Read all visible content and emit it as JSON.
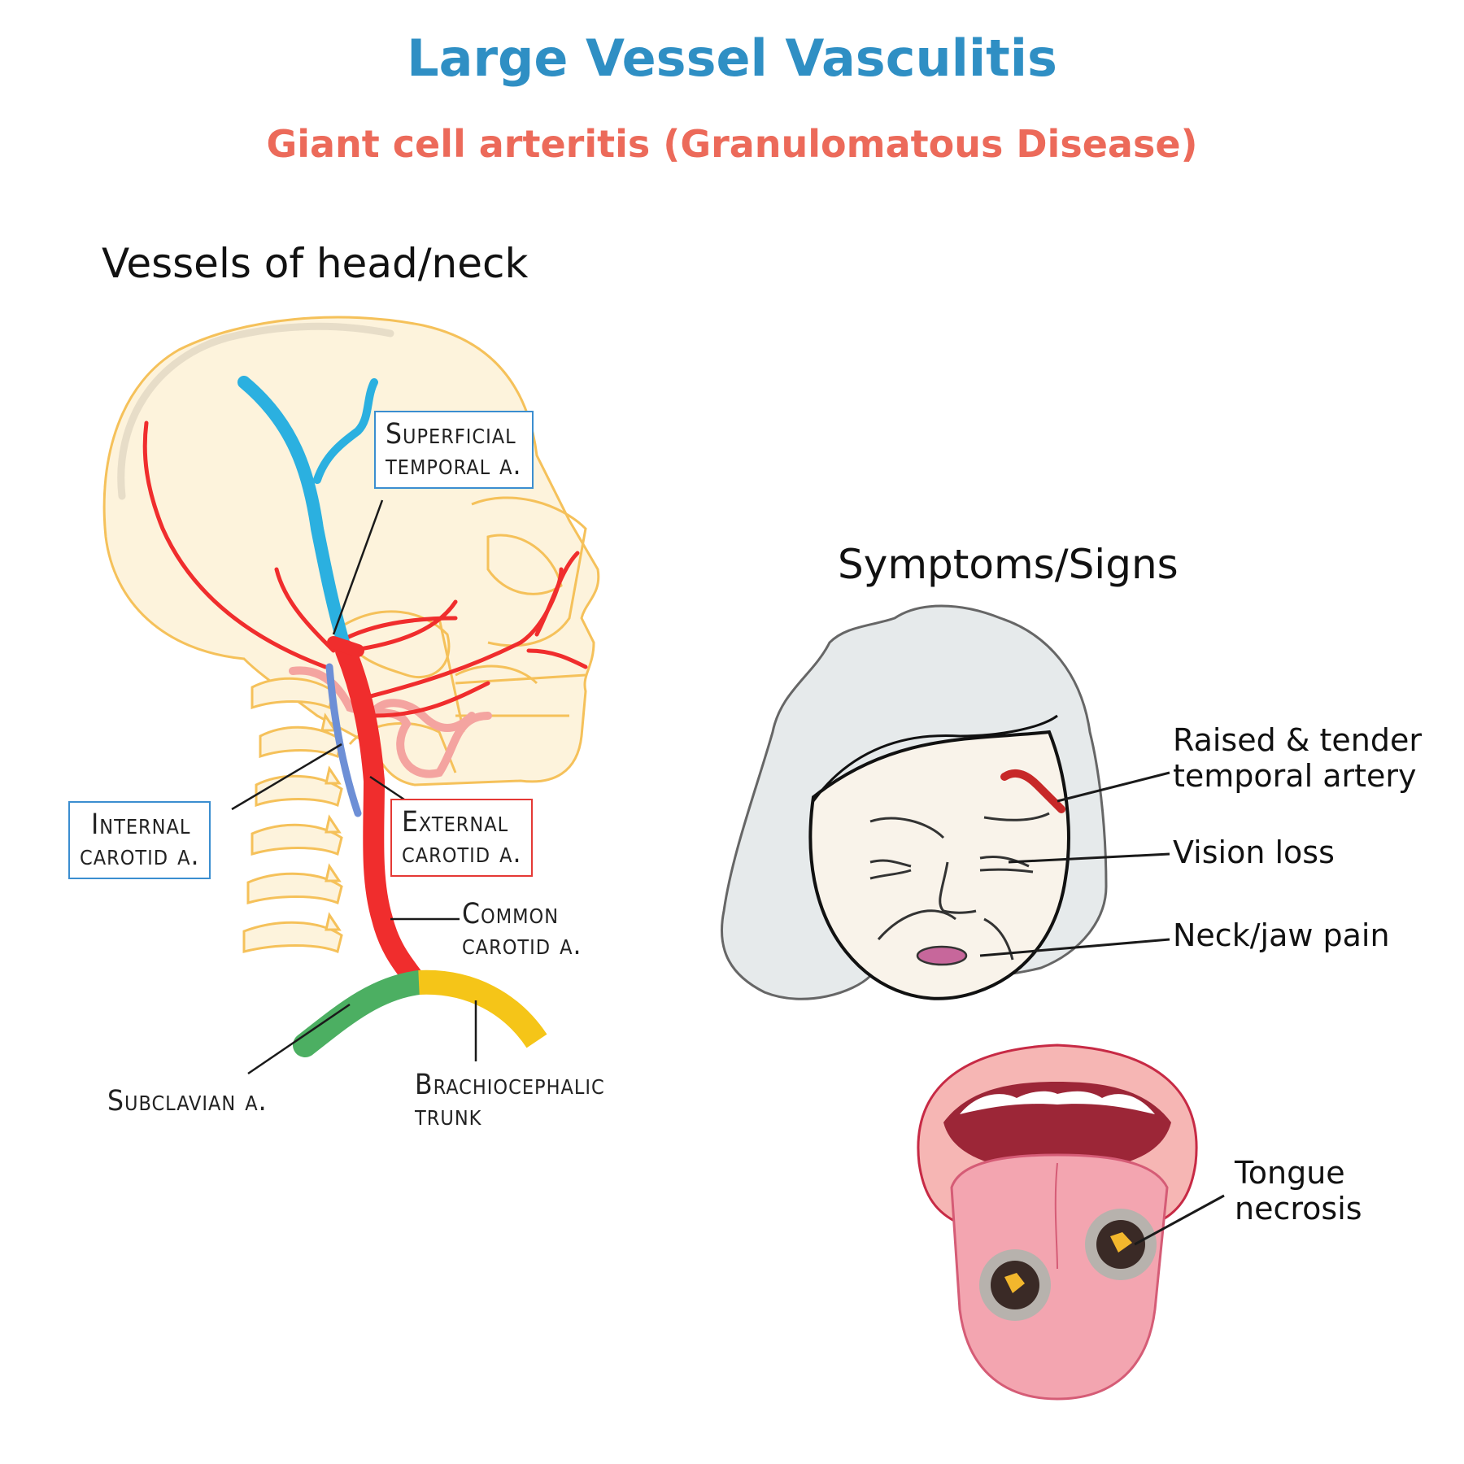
{
  "title": "Large Vessel Vasculitis",
  "subtitle": "Giant cell arteritis (Granulomatous Disease)",
  "left_section": {
    "heading": "Vessels of head/neck",
    "labels": {
      "superficial_temporal_1": "Superficial",
      "superficial_temporal_2": "temporal a.",
      "internal_carotid_1": "Internal",
      "internal_carotid_2": "carotid a.",
      "external_carotid_1": "External",
      "external_carotid_2": "carotid a.",
      "common_carotid_1": "Common",
      "common_carotid_2": "carotid a.",
      "subclavian": "Subclavian a.",
      "brachiocephalic_1": "Brachiocephalic",
      "brachiocephalic_2": "trunk"
    }
  },
  "right_section": {
    "heading": "Symptoms/Signs",
    "symptoms": {
      "temporal_1": "Raised & tender",
      "temporal_2": "temporal artery",
      "vision": "Vision loss",
      "neck_jaw": "Neck/jaw pain",
      "tongue_1": "Tongue",
      "tongue_2": "necrosis"
    }
  },
  "colors": {
    "title": "#2f8fc4",
    "subtitle": "#ec6a5a",
    "artery": "#f02d2d",
    "vein": "#2bb0e0",
    "subclavian": "#4caf62",
    "brachiocephalic": "#f5c518",
    "skull": "#fdf3dc",
    "skull_outline": "#f5c15a"
  }
}
